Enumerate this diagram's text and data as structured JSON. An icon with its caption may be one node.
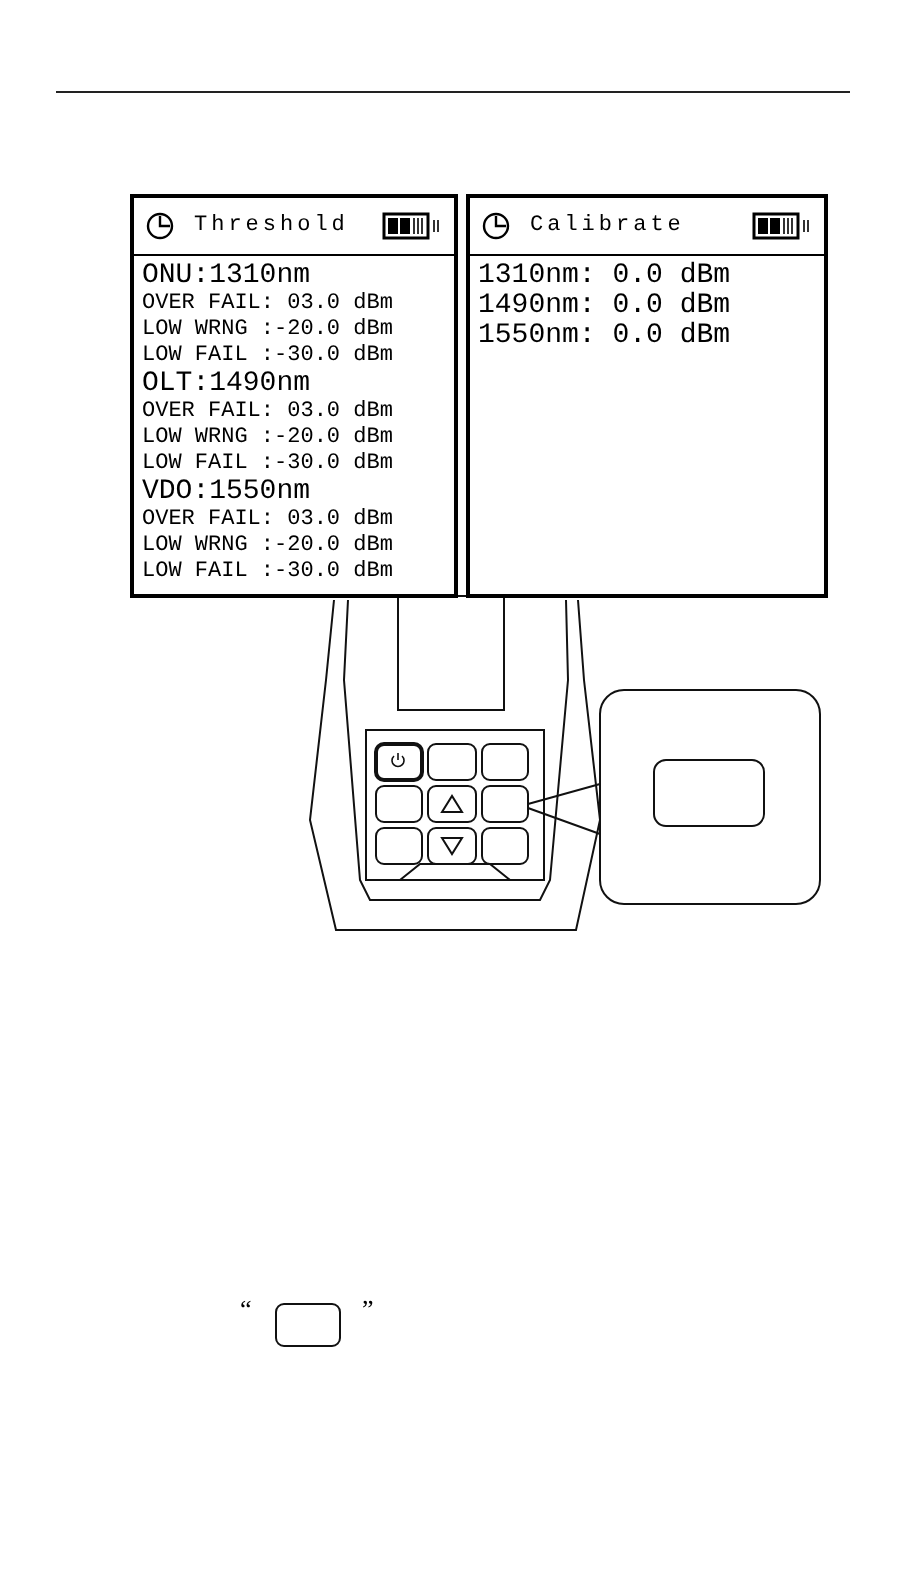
{
  "diagram": {
    "nodes": [
      {
        "text": [
          "Threshold",
          "ONU:1310nm",
          "OVER FAIL: 03.0 dBm",
          "LOW WRNG :-20.0 dBm",
          "LOW FAIL :-30.0 dBm",
          "OLT:1490nm",
          "OVER FAIL: 03.0 dBm",
          "LOW WRNG :-20.0 dBm",
          "LOW FAIL :-30.0 dBm",
          "VDO:1550nm",
          "OVER FAIL: 03.0 dBm",
          "LOW WRNG :-20.0 dBm",
          "LOW FAIL :-30.0 dBm"
        ]
      },
      {
        "text": [
          "Calibrate",
          "1310nm: 0.0 dBm",
          "1490nm: 0.0 dBm",
          "1550nm: 0.0 dBm"
        ]
      }
    ],
    "labels": [
      "“",
      "”"
    ]
  }
}
